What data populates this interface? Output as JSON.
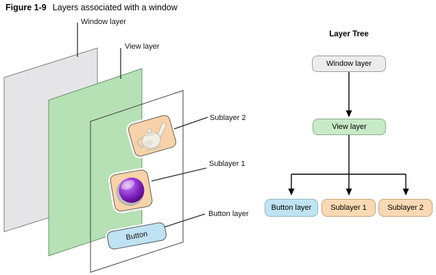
{
  "figure": {
    "label": "Figure 1-9",
    "caption": "Layers associated with a window"
  },
  "scene": {
    "window_layer_label": "Window layer",
    "view_layer_label": "View layer",
    "sublayer2_label": "Sublayer 2",
    "sublayer1_label": "Sublayer 1",
    "button_layer_label": "Button layer",
    "button_text": "Button",
    "icons": {
      "sublayer2": "teapot-icon",
      "sublayer1": "purple-sphere-icon"
    },
    "colors": {
      "window_plane": "#e5e5e7",
      "view_plane": "#b5e1b5",
      "content_plane_border": "#3f3f3f",
      "sublayer_tile": "#f8d2a8",
      "button_fill": "#bfe3f2",
      "sphere_purple": "#7b1cb8"
    }
  },
  "tree": {
    "title": "Layer Tree",
    "root_label": "Window layer",
    "child_label": "View layer",
    "leaves": [
      "Button layer",
      "Sublayer 1",
      "Sublayer 2"
    ],
    "colors": {
      "root_fill": "#ececec",
      "child_fill": "#c7eac7",
      "button_leaf_fill": "#bfe3f2",
      "sublayer_leaf_fill": "#f8d9b3"
    }
  }
}
